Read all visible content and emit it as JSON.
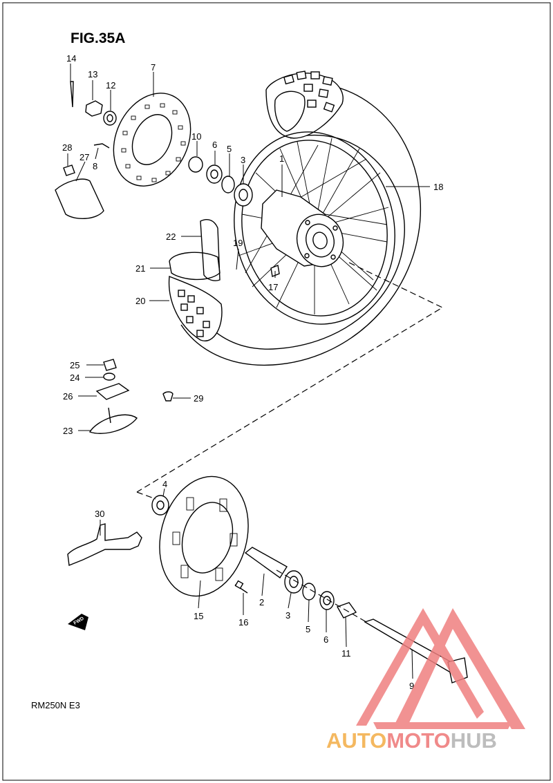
{
  "figure": {
    "title": "FIG.35A",
    "model_code": "RM250N  E3",
    "fwd_label": "FWD"
  },
  "watermark": {
    "part1": "AUTO",
    "part2": "MOTO",
    "part3": "HUB",
    "colors": {
      "auto": "#f4b860",
      "moto": "#f08a8a",
      "hub": "#bdbdbd",
      "triangle": "#ef7f7f"
    }
  },
  "callouts": {
    "c1": "1",
    "c2": "2",
    "c3a": "3",
    "c3b": "3",
    "c4": "4",
    "c5a": "5",
    "c5b": "5",
    "c6a": "6",
    "c6b": "6",
    "c7": "7",
    "c8": "8",
    "c9": "9",
    "c10": "10",
    "c11": "11",
    "c12": "12",
    "c13": "13",
    "c14": "14",
    "c15": "15",
    "c16": "16",
    "c17": "17",
    "c18": "18",
    "c19": "19",
    "c20": "20",
    "c21": "21",
    "c22": "22",
    "c23": "23",
    "c24": "24",
    "c25": "25",
    "c26": "26",
    "c27": "27",
    "c28": "28",
    "c29": "29",
    "c30": "30"
  }
}
